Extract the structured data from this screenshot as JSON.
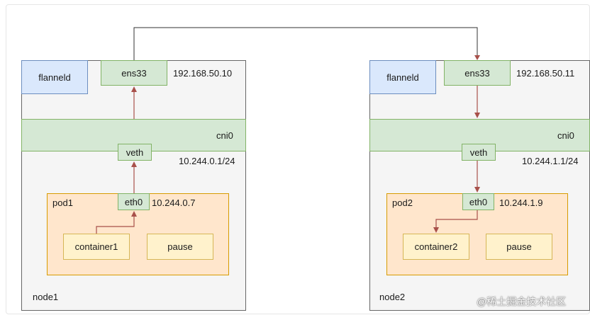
{
  "nodes": [
    {
      "name": "node1",
      "flanneld": "flanneld",
      "ens33": "ens33",
      "ens33_ip": "192.168.50.10",
      "cni0": "cni0",
      "veth": "veth",
      "cni0_ip": "10.244.0.1/24",
      "pod": "pod1",
      "eth0": "eth0",
      "eth0_ip": "10.244.0.7",
      "container": "container1",
      "pause": "pause"
    },
    {
      "name": "node2",
      "flanneld": "flanneld",
      "ens33": "ens33",
      "ens33_ip": "192.168.50.11",
      "cni0": "cni0",
      "veth": "veth",
      "cni0_ip": "10.244.1.1/24",
      "pod": "pod2",
      "eth0": "eth0",
      "eth0_ip": "10.244.1.9",
      "container": "container2",
      "pause": "pause"
    }
  ],
  "watermark": "@稀土掘金技术社区",
  "colors": {
    "wire": "#333333",
    "arrow": "#a8504a",
    "green_fill": "#d5e8d4",
    "blue_fill": "#dae8fc",
    "pod_fill": "#ffe6cc",
    "yellow_fill": "#fff2cc"
  }
}
